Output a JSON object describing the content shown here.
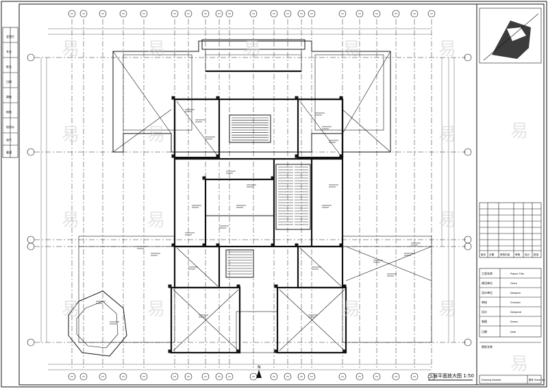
{
  "drawing": {
    "plan_title": "三层平面放大图 1:50",
    "north_arrow_label": "N"
  },
  "title_block": {
    "rows": [
      {
        "cn": "工程名称",
        "en": "Project Title"
      },
      {
        "cn": "建设单位",
        "en": "Client"
      },
      {
        "cn": "设计单位",
        "en": "Designer"
      },
      {
        "cn": "审核",
        "en": "Checked"
      },
      {
        "cn": "设计",
        "en": "Designed"
      },
      {
        "cn": "制图",
        "en": "Drawn"
      },
      {
        "cn": "日期",
        "en": "Date"
      }
    ],
    "revision_headers": [
      "版次",
      "日期",
      "修改内容",
      "审核",
      "设计",
      "批准"
    ],
    "sheet_label": "图纸名称",
    "sheet_label_en": "Drawing Number",
    "scale_label": "图号 Sheet No."
  },
  "left_strip": {
    "labels": [
      "会签栏",
      "专业",
      "姓名",
      "日期",
      "建筑",
      "结构",
      "给排水",
      "电气",
      "暖通"
    ]
  },
  "watermark": {
    "text": "易"
  }
}
